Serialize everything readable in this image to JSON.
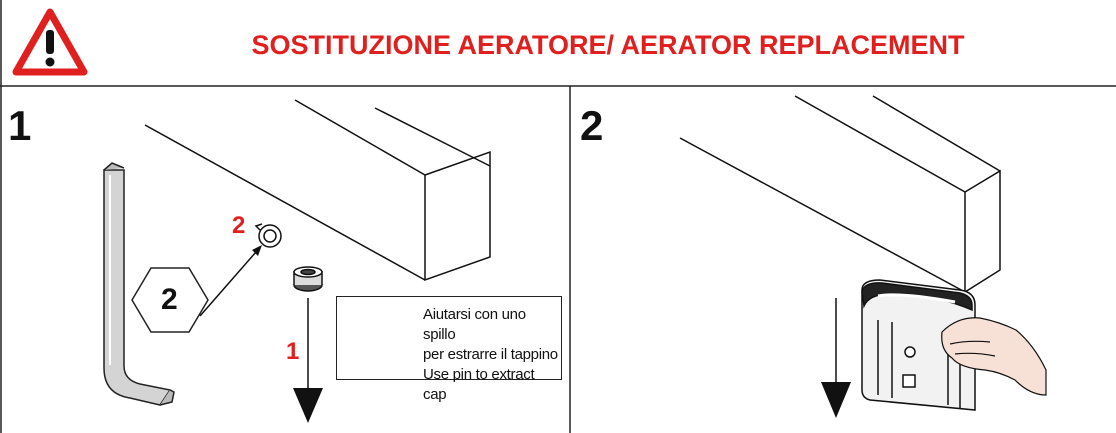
{
  "header": {
    "title": "SOSTITUZIONE AERATORE/ AERATOR REPLACEMENT",
    "warning_icon": "warning-triangle-icon",
    "accent_color": "#e0201f"
  },
  "panels": [
    {
      "step": "1",
      "hex_key_size": "2",
      "action_labels": [
        "2",
        "1"
      ],
      "note": {
        "lines": [
          "Aiutarsi con uno spillo",
          "per estrarre il tappino",
          "Use pin to extract cap"
        ]
      }
    },
    {
      "step": "2"
    }
  ]
}
